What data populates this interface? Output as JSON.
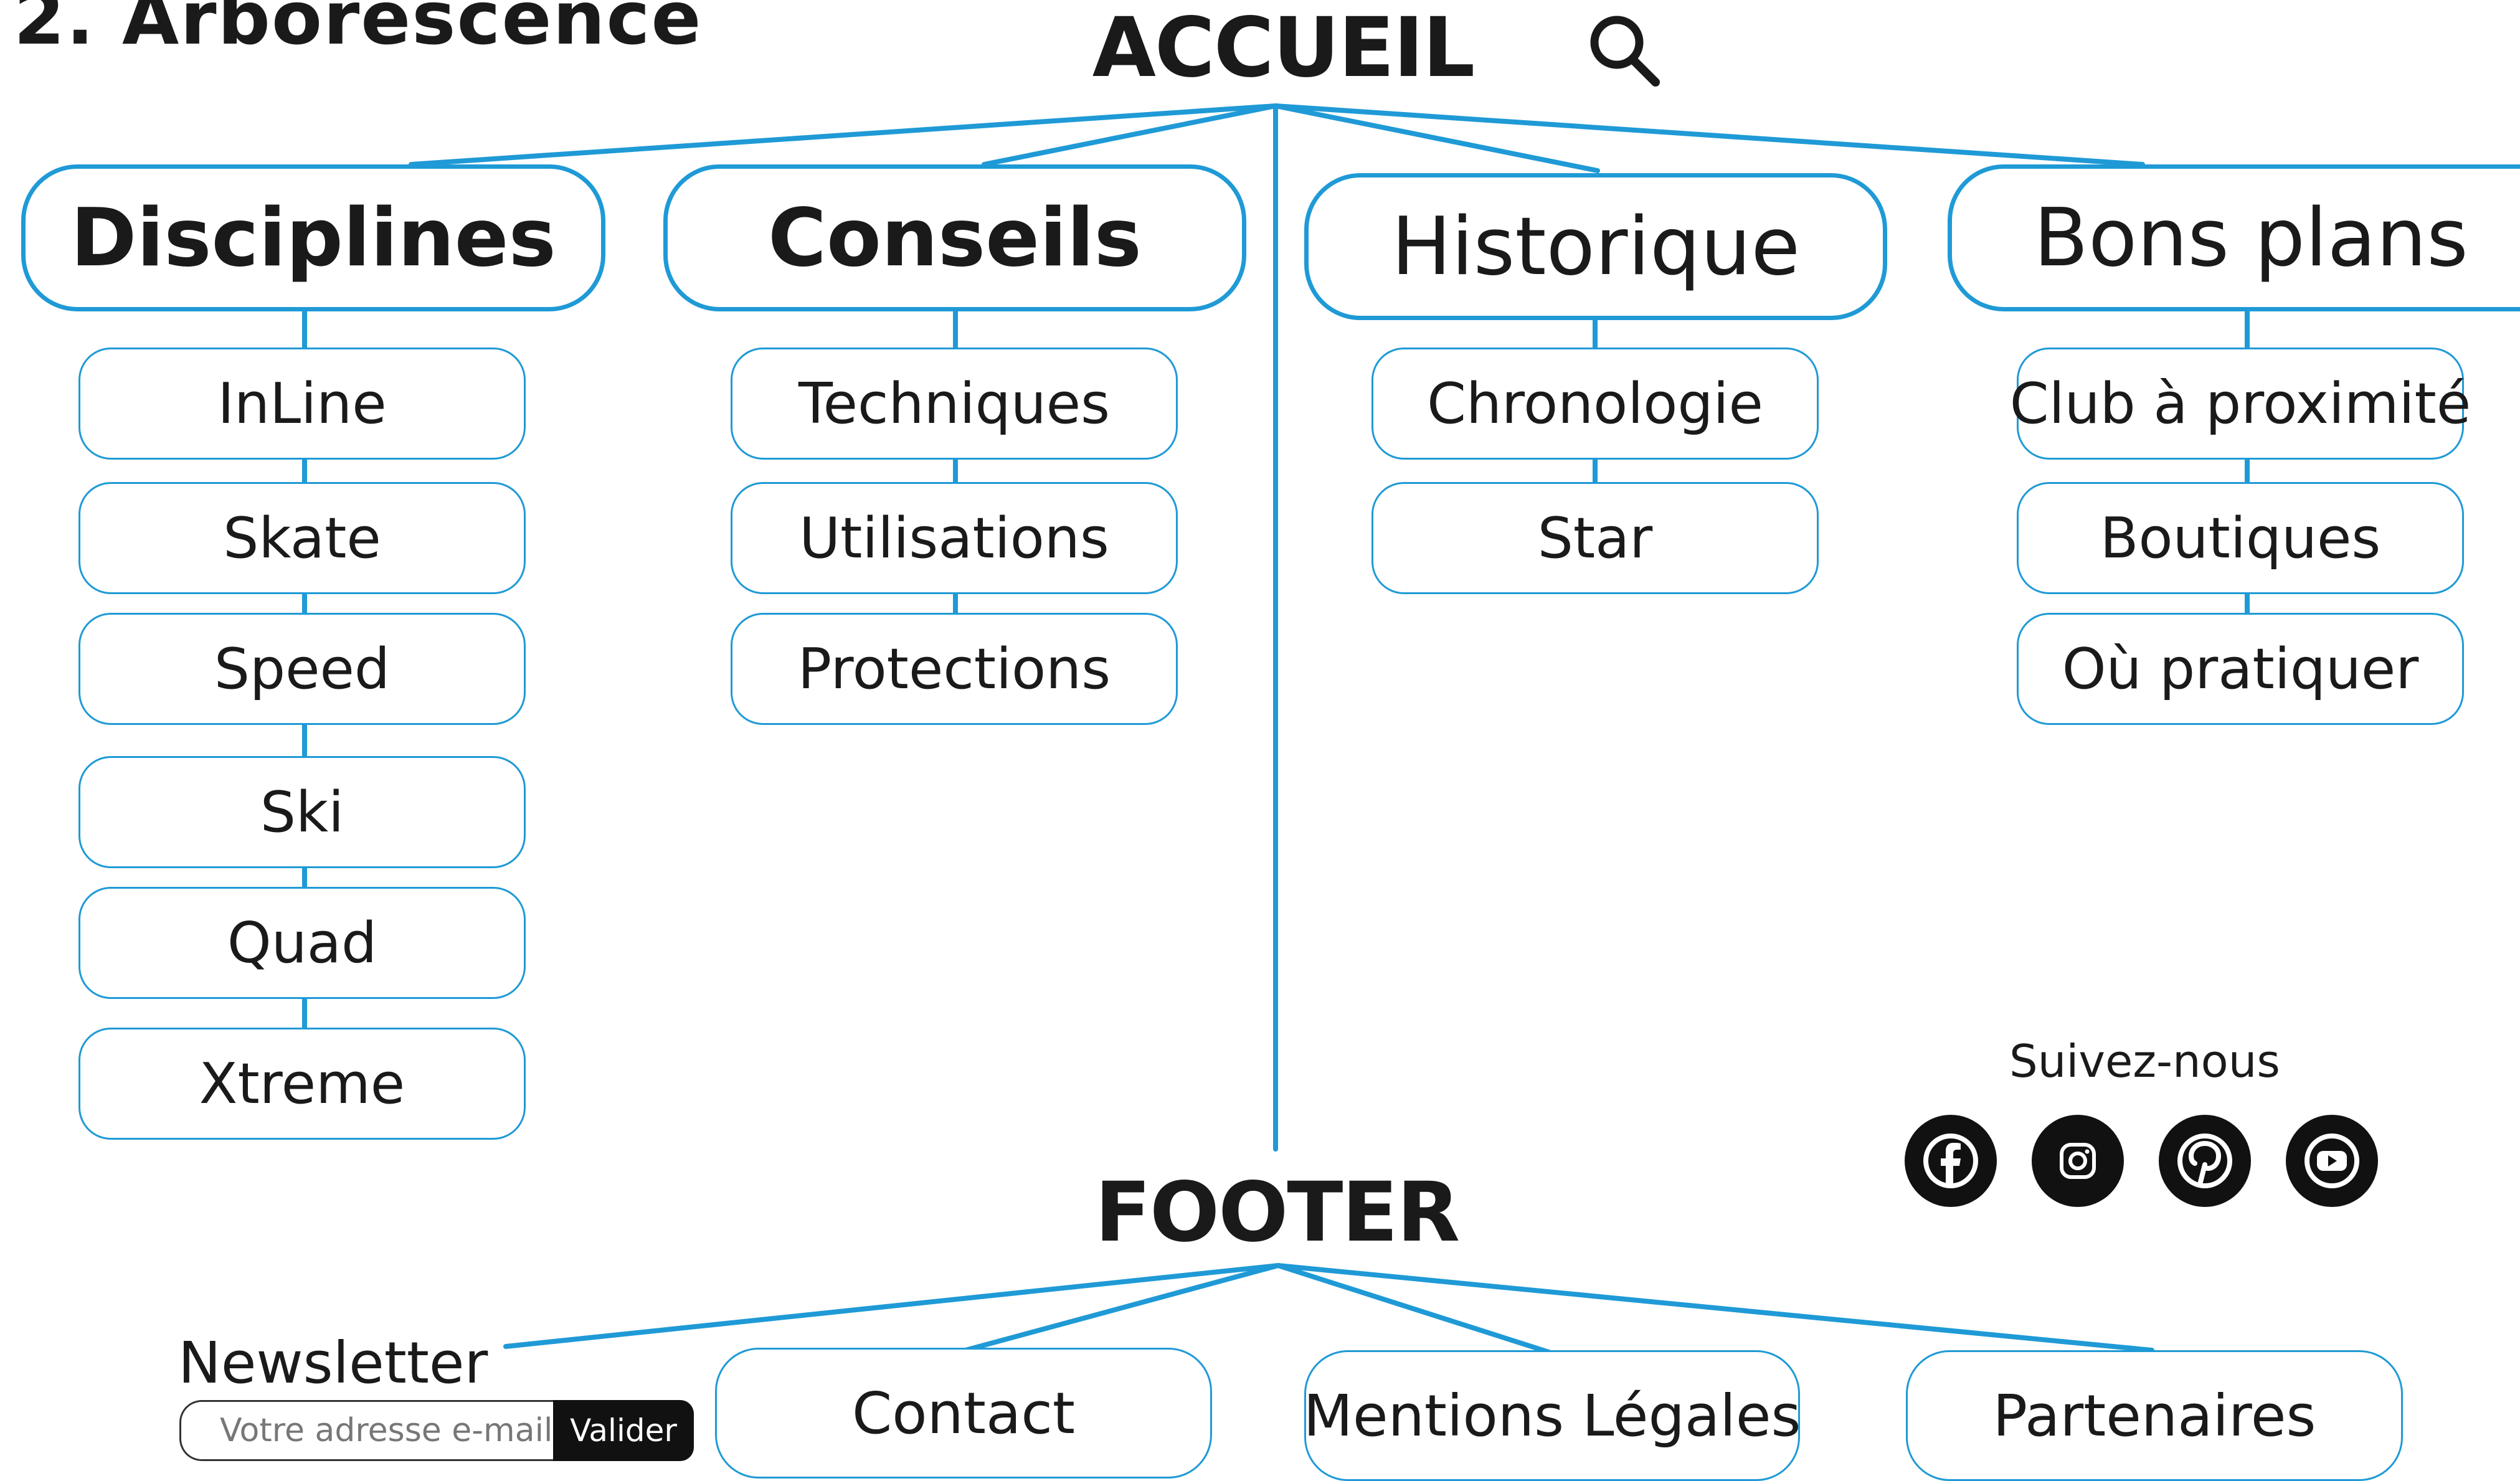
{
  "section_title": "2. Arborescence",
  "root": {
    "title": "ACCUEIL"
  },
  "categories": [
    {
      "label": "Disciplines",
      "children": [
        "InLine",
        "Skate",
        "Speed",
        "Ski",
        "Quad",
        "Xtreme"
      ]
    },
    {
      "label": "Conseils",
      "children": [
        "Techniques",
        "Utilisations",
        "Protections"
      ]
    },
    {
      "label": "Historique",
      "children": [
        "Chronologie",
        "Star"
      ]
    },
    {
      "label": "Bons plans",
      "children": [
        "Club à proximité",
        "Boutiques",
        "Où pratiquer"
      ]
    }
  ],
  "footer": {
    "title": "FOOTER",
    "items": [
      "Contact",
      "Mentions Légales",
      "Partenaires"
    ],
    "newsletter": {
      "label": "Newsletter",
      "placeholder": "Votre adresse e-mail",
      "button": "Valider"
    },
    "social": {
      "label": "Suivez-nous",
      "icons": [
        "facebook-icon",
        "instagram-icon",
        "pinterest-icon",
        "youtube-icon"
      ]
    }
  },
  "colors": {
    "line": "#1f9ad6",
    "text": "#1a1a1a",
    "icon_bg": "#111111"
  },
  "icons": {
    "search": "search-icon"
  }
}
